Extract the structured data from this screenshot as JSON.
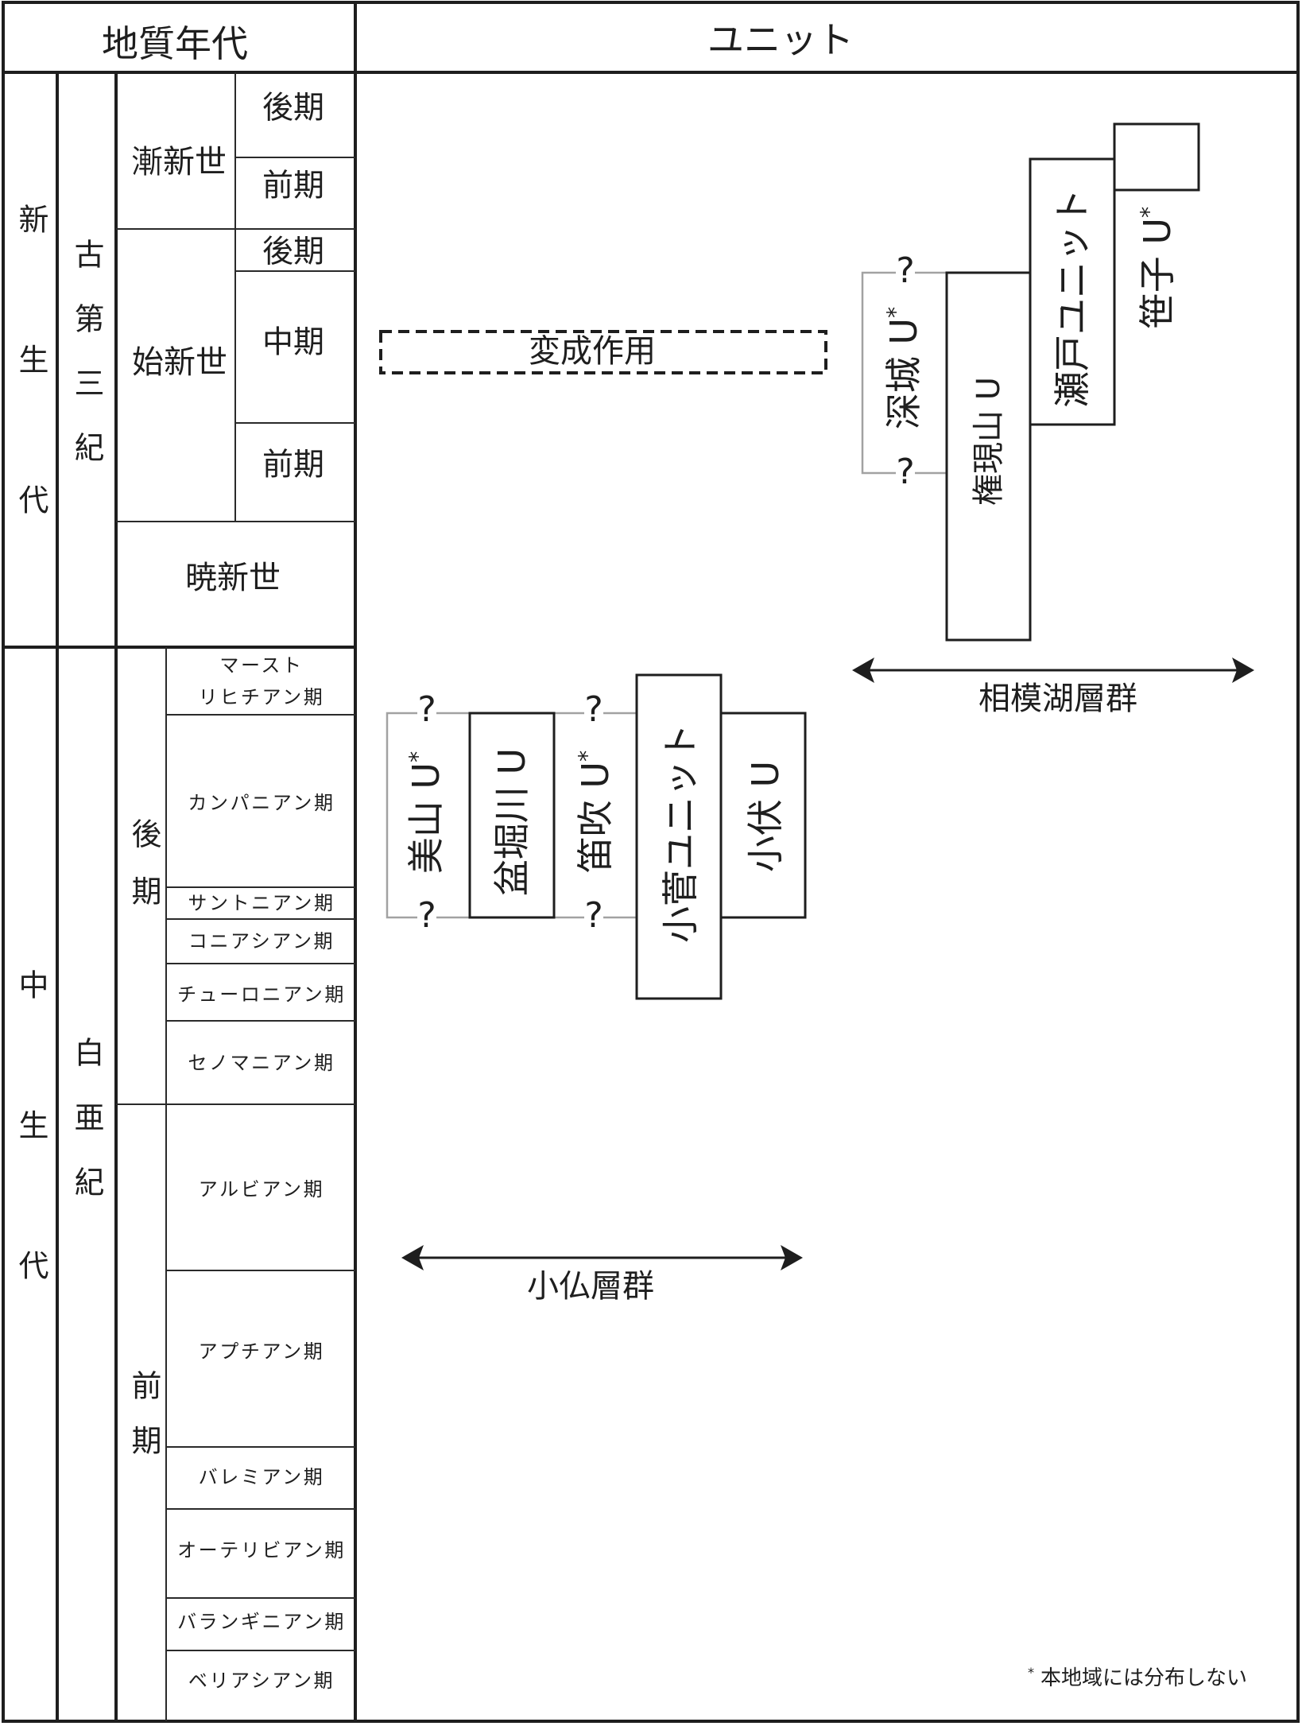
{
  "header": {
    "geologic_age": "地質年代",
    "units": "ユニット"
  },
  "eras": [
    {
      "label": "新生代"
    },
    {
      "label": "中生代"
    }
  ],
  "periods": [
    {
      "label": "古第三紀"
    },
    {
      "label": "白亜紀"
    }
  ],
  "paleogene": {
    "epochs": [
      {
        "label": "漸新世",
        "subdivisions": [
          "後期",
          "前期"
        ]
      },
      {
        "label": "始新世",
        "subdivisions": [
          "後期",
          "中期",
          "前期"
        ]
      },
      {
        "label": "暁新世",
        "subdivisions": []
      }
    ]
  },
  "cretaceous": {
    "subepochs": [
      {
        "label": "後期",
        "stages": [
          "マースト\nリヒチアン期",
          "カンパニアン期",
          "サントニアン期",
          "コニアシアン期",
          "チューロニアン期",
          "セノマニアン期"
        ]
      },
      {
        "label": "前期",
        "stages": [
          "アルビアン期",
          "アプチアン期",
          "バレミアン期",
          "オーテリビアン期",
          "バランギニアン期",
          "ベリアシアン期"
        ]
      }
    ]
  },
  "metamorphism": {
    "label": "変成作用",
    "spans": [
      "始新世 中期"
    ]
  },
  "uncertain_mark": "?",
  "groups": [
    {
      "name": "相模湖層群",
      "units": [
        {
          "name": "深城 U",
          "mark": "*",
          "uncertain_limits": true,
          "spans": [
            "始新世 中期",
            "始新世 前期"
          ]
        },
        {
          "name": "権現山 U",
          "mark": "",
          "uncertain_limits": false,
          "spans": [
            "始新世 中期",
            "始新世 前期",
            "暁新世"
          ]
        },
        {
          "name": "瀬戸ユニット",
          "mark": "",
          "uncertain_limits": false,
          "spans": [
            "漸新世 前期",
            "始新世 後期",
            "始新世 中期"
          ]
        },
        {
          "name": "笹子 U",
          "mark": "*",
          "uncertain_limits": false,
          "spans": [
            "漸新世 後期",
            "漸新世 前期"
          ]
        }
      ]
    },
    {
      "name": "小仏層群",
      "units": [
        {
          "name": "美山 U",
          "mark": "*",
          "uncertain_limits": true,
          "spans": [
            "カンパニアン期",
            "サントニアン期"
          ]
        },
        {
          "name": "盆堀川 U",
          "mark": "",
          "uncertain_limits": false,
          "spans": [
            "カンパニアン期",
            "サントニアン期"
          ]
        },
        {
          "name": "笛吹 U",
          "mark": "*",
          "uncertain_limits": true,
          "spans": [
            "カンパニアン期",
            "サントニアン期"
          ]
        },
        {
          "name": "小菅ユニット",
          "mark": "",
          "uncertain_limits": false,
          "spans": [
            "マーストリヒチアン期",
            "カンパニアン期",
            "サントニアン期",
            "コニアシアン期",
            "チューロニアン期"
          ]
        },
        {
          "name": "小伏 U",
          "mark": "",
          "uncertain_limits": false,
          "spans": [
            "カンパニアン期",
            "サントニアン期"
          ]
        }
      ]
    }
  ],
  "footnote": {
    "mark": "*",
    "text": "本地域には分布しない"
  }
}
